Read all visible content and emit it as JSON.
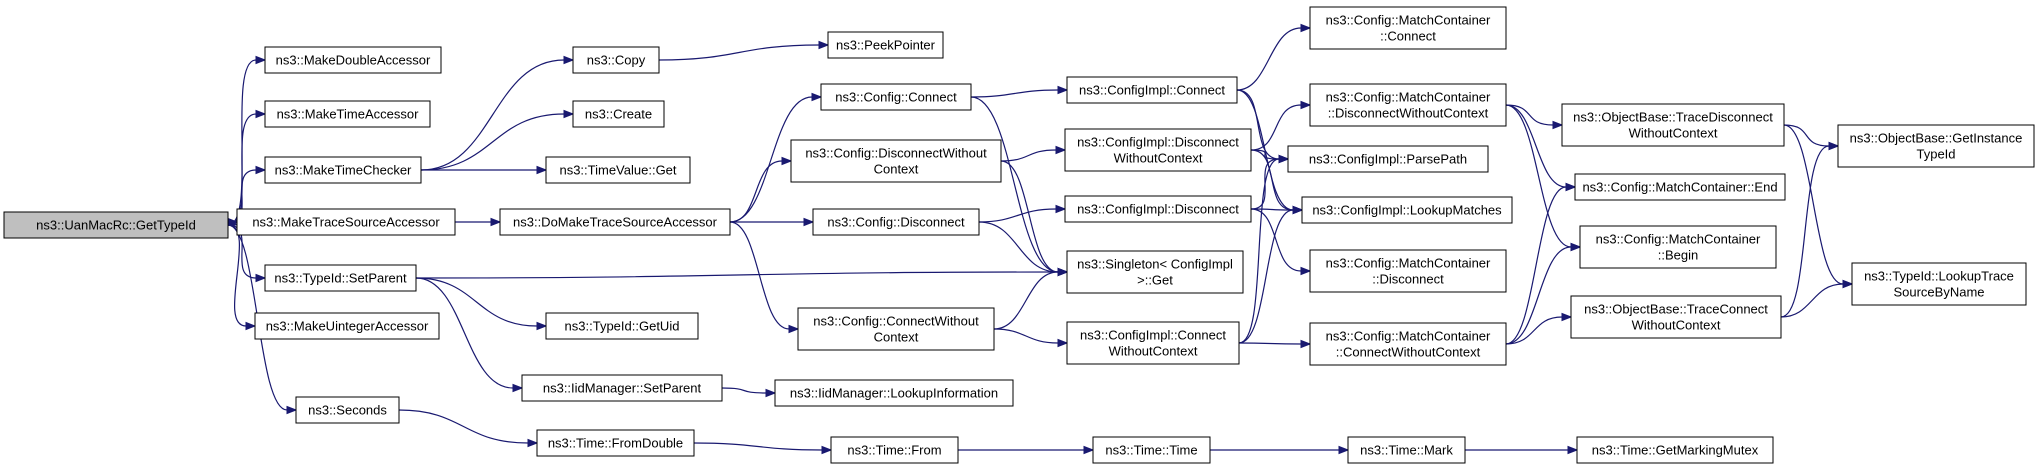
{
  "colors": {
    "edge": "#191970",
    "node_border": "#000000",
    "root_fill": "#bfbfbf",
    "node_fill": "#ffffff"
  },
  "nodes": [
    {
      "id": "root",
      "lines": [
        "ns3::UanMacRc::GetTypeId"
      ]
    },
    {
      "id": "makeDoubleAccessor",
      "lines": [
        "ns3::MakeDoubleAccessor"
      ]
    },
    {
      "id": "makeTimeAccessor",
      "lines": [
        "ns3::MakeTimeAccessor"
      ]
    },
    {
      "id": "makeTimeChecker",
      "lines": [
        "ns3::MakeTimeChecker"
      ]
    },
    {
      "id": "makeTraceSourceAccessor",
      "lines": [
        "ns3::MakeTraceSourceAccessor"
      ]
    },
    {
      "id": "typeIdSetParent",
      "lines": [
        "ns3::TypeId::SetParent"
      ]
    },
    {
      "id": "makeUintegerAccessor",
      "lines": [
        "ns3::MakeUintegerAccessor"
      ]
    },
    {
      "id": "seconds",
      "lines": [
        "ns3::Seconds"
      ]
    },
    {
      "id": "copy",
      "lines": [
        "ns3::Copy"
      ]
    },
    {
      "id": "peekPointer",
      "lines": [
        "ns3::PeekPointer"
      ]
    },
    {
      "id": "create",
      "lines": [
        "ns3::Create"
      ]
    },
    {
      "id": "timeValueGet",
      "lines": [
        "ns3::TimeValue::Get"
      ]
    },
    {
      "id": "doMakeTraceSourceAccessor",
      "lines": [
        "ns3::DoMakeTraceSourceAccessor"
      ]
    },
    {
      "id": "typeIdGetUid",
      "lines": [
        "ns3::TypeId::GetUid"
      ]
    },
    {
      "id": "iidManagerSetParent",
      "lines": [
        "ns3::IidManager::SetParent"
      ]
    },
    {
      "id": "iidManagerLookupInformation",
      "lines": [
        "ns3::IidManager::LookupInformation"
      ]
    },
    {
      "id": "timeFromDouble",
      "lines": [
        "ns3::Time::FromDouble"
      ]
    },
    {
      "id": "configConnect",
      "lines": [
        "ns3::Config::Connect"
      ]
    },
    {
      "id": "configDisconnectWithoutContext",
      "lines": [
        "ns3::Config::DisconnectWithout",
        "Context"
      ]
    },
    {
      "id": "configDisconnect",
      "lines": [
        "ns3::Config::Disconnect"
      ]
    },
    {
      "id": "configConnectWithoutContext",
      "lines": [
        "ns3::Config::ConnectWithout",
        "Context"
      ]
    },
    {
      "id": "timeFrom",
      "lines": [
        "ns3::Time::From"
      ]
    },
    {
      "id": "implConnect",
      "lines": [
        "ns3::ConfigImpl::Connect"
      ]
    },
    {
      "id": "implDisconnectWithoutContext",
      "lines": [
        "ns3::ConfigImpl::Disconnect",
        "WithoutContext"
      ]
    },
    {
      "id": "implDisconnect",
      "lines": [
        "ns3::ConfigImpl::Disconnect"
      ]
    },
    {
      "id": "singletonGet",
      "lines": [
        "ns3::Singleton< ConfigImpl",
        " >::Get"
      ]
    },
    {
      "id": "implConnectWithoutContext",
      "lines": [
        "ns3::ConfigImpl::Connect",
        "WithoutContext"
      ]
    },
    {
      "id": "timeTime",
      "lines": [
        "ns3::Time::Time"
      ]
    },
    {
      "id": "mcConnect",
      "lines": [
        "ns3::Config::MatchContainer",
        "::Connect"
      ]
    },
    {
      "id": "mcDisconnectWithoutContext",
      "lines": [
        "ns3::Config::MatchContainer",
        "::DisconnectWithoutContext"
      ]
    },
    {
      "id": "implParsePath",
      "lines": [
        "ns3::ConfigImpl::ParsePath"
      ]
    },
    {
      "id": "implLookupMatches",
      "lines": [
        "ns3::ConfigImpl::LookupMatches"
      ]
    },
    {
      "id": "mcDisconnect",
      "lines": [
        "ns3::Config::MatchContainer",
        "::Disconnect"
      ]
    },
    {
      "id": "mcConnectWithoutContext",
      "lines": [
        "ns3::Config::MatchContainer",
        "::ConnectWithoutContext"
      ]
    },
    {
      "id": "timeMark",
      "lines": [
        "ns3::Time::Mark"
      ]
    },
    {
      "id": "obTraceDisconnect",
      "lines": [
        "ns3::ObjectBase::TraceDisconnect",
        "WithoutContext"
      ]
    },
    {
      "id": "mcEnd",
      "lines": [
        "ns3::Config::MatchContainer::End"
      ]
    },
    {
      "id": "mcBegin",
      "lines": [
        "ns3::Config::MatchContainer",
        "::Begin"
      ]
    },
    {
      "id": "obTraceConnect",
      "lines": [
        "ns3::ObjectBase::TraceConnect",
        "WithoutContext"
      ]
    },
    {
      "id": "getMarkingMutex",
      "lines": [
        "ns3::Time::GetMarkingMutex"
      ]
    },
    {
      "id": "obGetInstanceTypeId",
      "lines": [
        "ns3::ObjectBase::GetInstance",
        "TypeId"
      ]
    },
    {
      "id": "lookupTraceSource",
      "lines": [
        "ns3::TypeId::LookupTrace",
        "SourceByName"
      ]
    }
  ]
}
